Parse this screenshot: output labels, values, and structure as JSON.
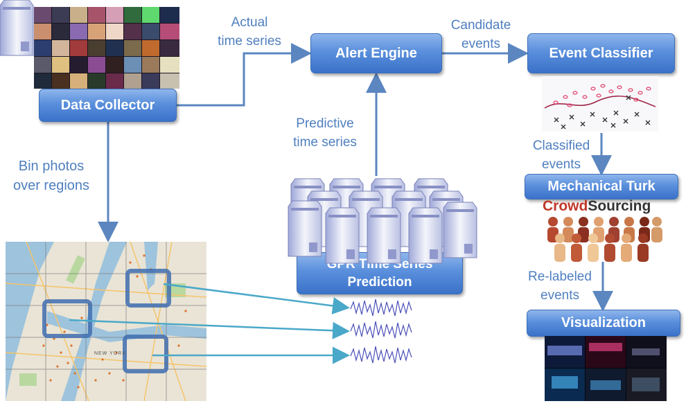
{
  "nodes": {
    "data_collector": "Data Collector",
    "alert_engine": "Alert Engine",
    "event_classifier": "Event Classifier",
    "mechanical_turk": "Mechanical Turk",
    "gpr": "GPR Time Series\nPrediction",
    "visualization": "Visualization"
  },
  "labels": {
    "actual_time_series": "Actual\ntime series",
    "candidate_events": "Candidate\nevents",
    "predictive_time_series": "Predictive\ntime series",
    "classified_events": "Classified\nevents",
    "bin_photos": "Bin photos\nover regions",
    "relabeled_events": "Re-labeled\nevents"
  },
  "crowdsourcing": {
    "part1": "Crowd",
    "part2": "Sourcing"
  },
  "map_label": "NEW YORK",
  "colors": {
    "box": "#5a8fdc",
    "label": "#4f7fbf",
    "arrow": "#5b86c0",
    "map_arrow": "#4aa8c9",
    "crowd_red": "#c0392b",
    "crowd_dark": "#333333"
  }
}
